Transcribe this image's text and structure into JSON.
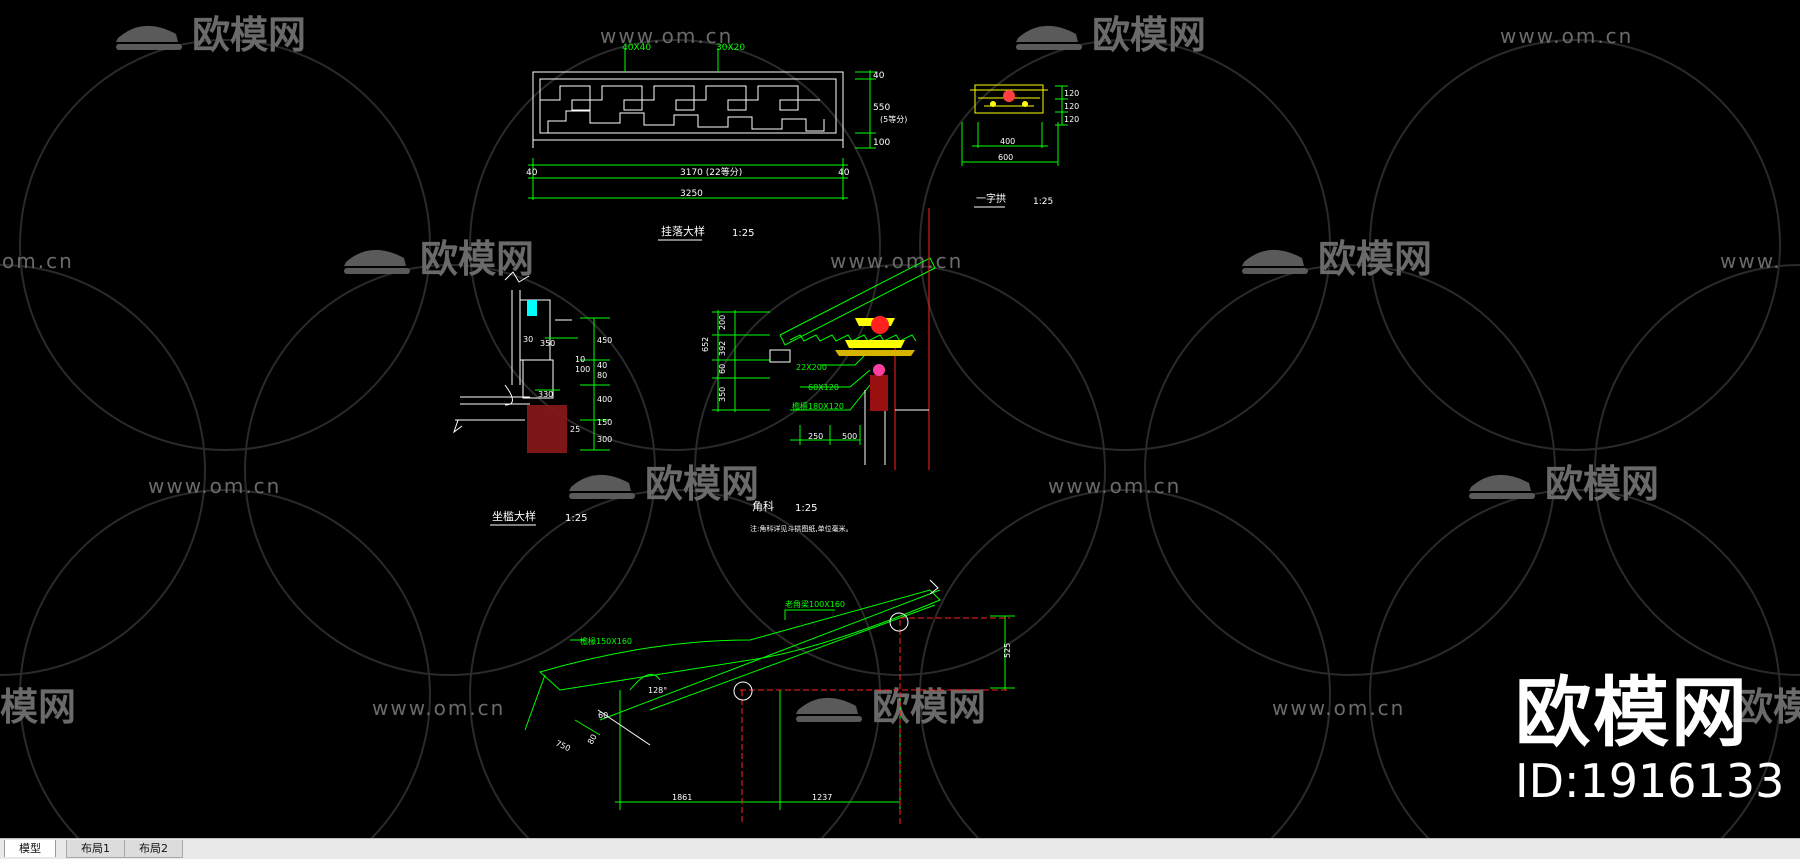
{
  "watermark": {
    "brand": "欧模网",
    "url": "www.om.cn",
    "url_cut_left": "om.cn",
    "url_cut_right": "www.",
    "brand_cut_left": "模网",
    "brand_cut_right": "欧模",
    "id_text": "ID:1916133"
  },
  "drawing": {
    "railing_dims": {
      "top_left": "40X40",
      "top_right": "30X20",
      "left40": "40",
      "right40": "40",
      "mid": "3170  (22等分)",
      "total": "3250",
      "r550": "550",
      "r40": "40",
      "r100": "100",
      "r_note": "(5等分)"
    },
    "railing_title": "挂落大样",
    "railing_scale": "1:25",
    "bracket_dims": {
      "h120a": "120",
      "h120b": "120",
      "h120c": "120",
      "w400": "400",
      "w600": "600"
    },
    "bracket_title": "一字拱",
    "bracket_scale": "1:25",
    "seat_dims": {
      "d30": "30",
      "d350": "350",
      "d330": "330",
      "d450": "450",
      "d40": "40",
      "d80": "80",
      "d100": "100",
      "d25": "25",
      "d150": "150",
      "d300": "300",
      "d400": "400",
      "d10": "10"
    },
    "seat_title": "坐槛大样",
    "seat_scale": "1:25",
    "eave_dims": {
      "d652": "652",
      "d200": "200",
      "d392": "392",
      "d60": "60",
      "d350": "350",
      "beam1": "22X200",
      "beam2": "60X120",
      "beam3": "檐檩180X120",
      "d250": "250",
      "d500": "500"
    },
    "eave_title": "角科",
    "eave_scale": "1:25",
    "eave_note": "注:角科详见斗拱图纸,单位毫米。",
    "corner_dims": {
      "rafter1": "檐椽150X160",
      "rafter2": "老角梁100X160",
      "d525": "525",
      "angle": "128°",
      "d750": "750",
      "d60": "60",
      "d80": "80",
      "d1861": "1861",
      "d1237": "1237"
    }
  },
  "tabs": [
    {
      "label": "模型",
      "active": true
    },
    {
      "label": "布局1",
      "active": false
    },
    {
      "label": "布局2",
      "active": false
    }
  ]
}
